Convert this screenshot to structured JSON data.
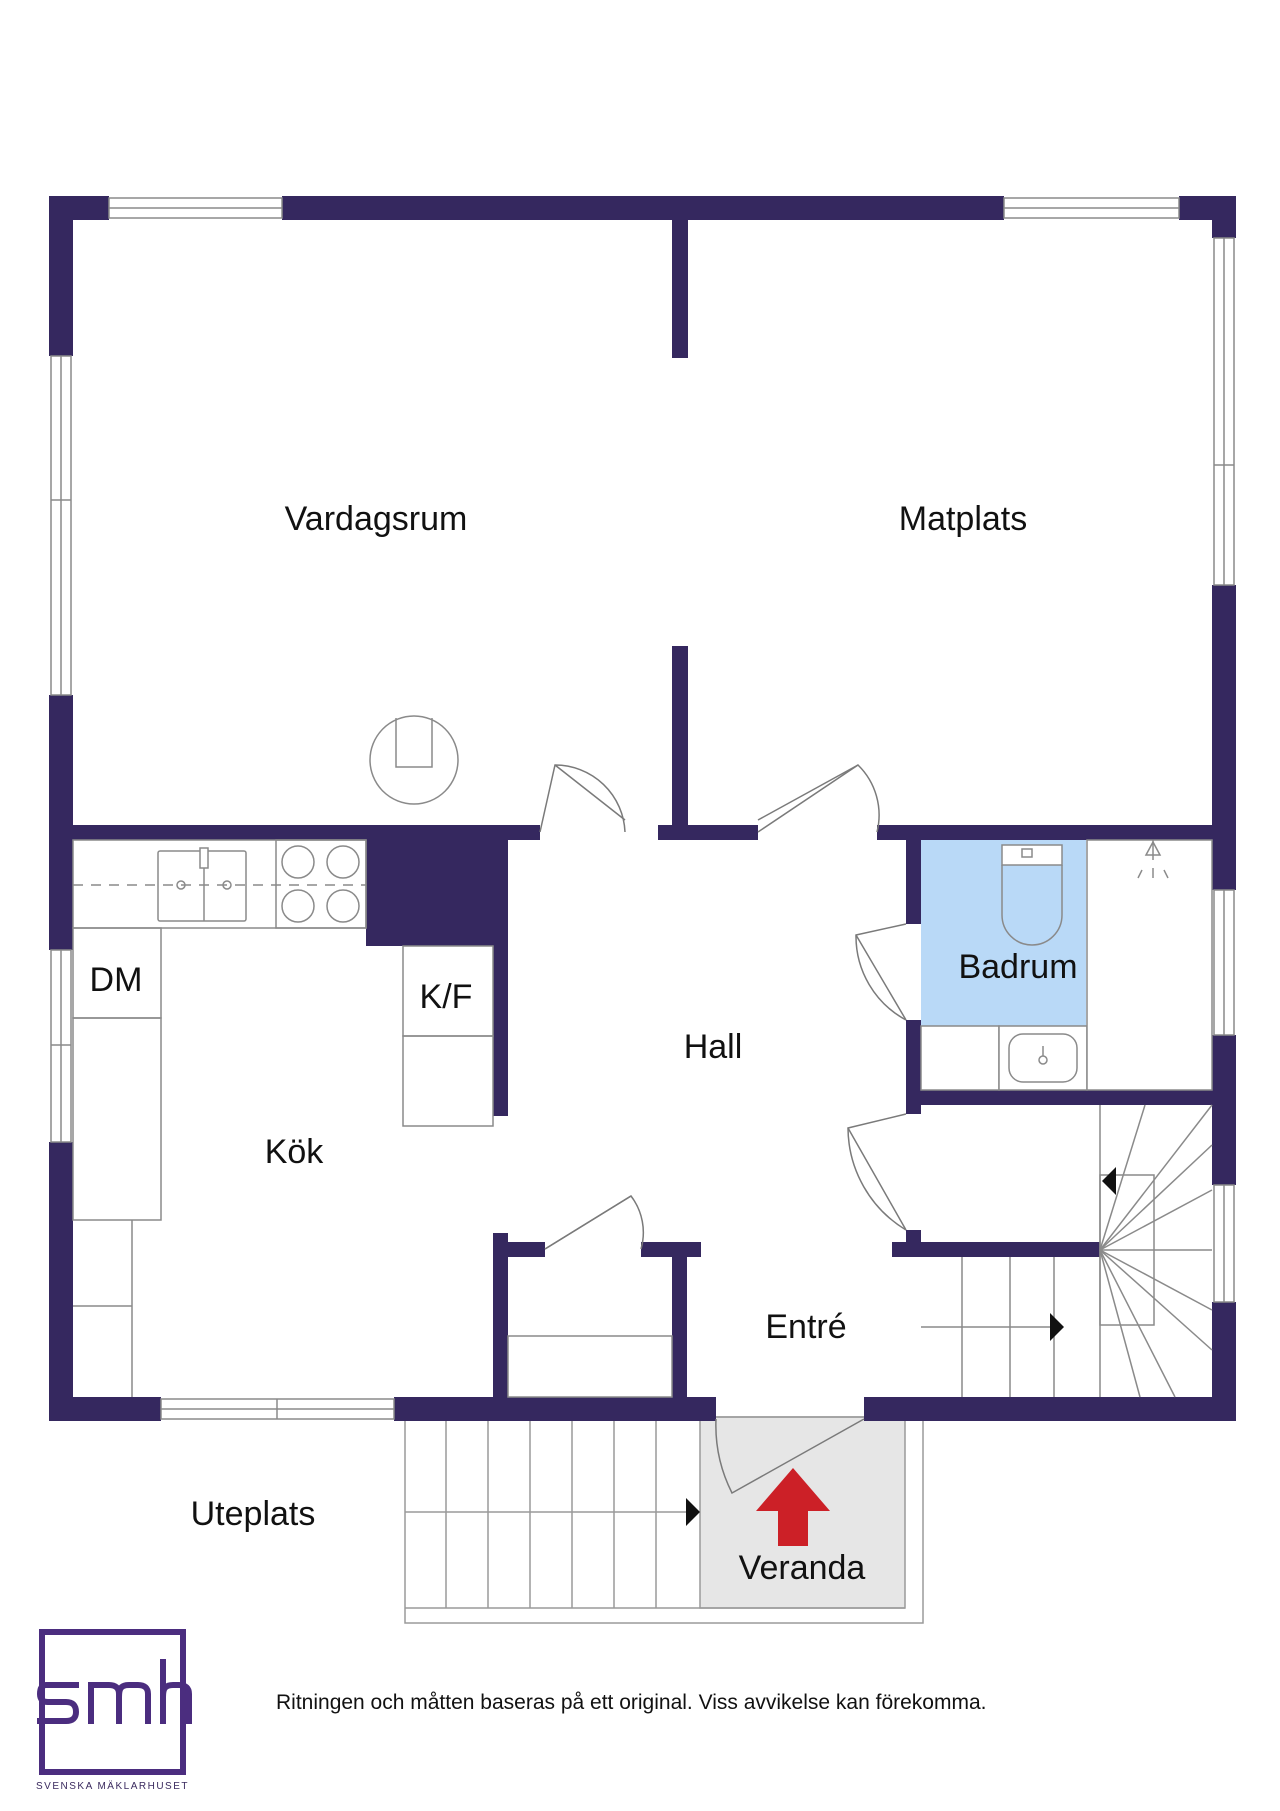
{
  "colors": {
    "wall": "#35285f",
    "bathroom": "#b9d9f7",
    "veranda": "#e6e6e6",
    "arrow": "#cc2027",
    "logo": "#4b2d7f"
  },
  "rooms": {
    "vardagsrum": "Vardagsrum",
    "matplats": "Matplats",
    "dm": "DM",
    "kf": "K/F",
    "badrum": "Badrum",
    "hall": "Hall",
    "kok": "Kök",
    "entre": "Entré",
    "uteplats": "Uteplats",
    "veranda": "Veranda"
  },
  "disclaimer": "Ritningen och måtten baseras på ett original. Viss avvikelse kan förekomma.",
  "logo": {
    "mark": "smh",
    "subtitle": "SVENSKA MÄKLARHUSET"
  },
  "icons": {
    "entrance": "entrance-arrow-icon",
    "stairs": "stair-direction-arrow-icon"
  }
}
